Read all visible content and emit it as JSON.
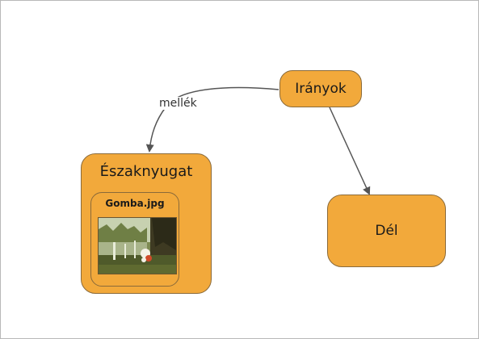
{
  "nodes": {
    "iranyok": {
      "label": "Irányok"
    },
    "eszaknyugat": {
      "label": "Északnyugat"
    },
    "del": {
      "label": "Dél"
    }
  },
  "image_card": {
    "filename": "Gomba.jpg"
  },
  "edges": [
    {
      "from": "iranyok",
      "to": "eszaknyugat",
      "label": "mellék"
    },
    {
      "from": "iranyok",
      "to": "del",
      "label": ""
    }
  ],
  "colors": {
    "node_fill": "#f2a93b",
    "node_border": "#8a6a3a",
    "edge": "#555555"
  }
}
